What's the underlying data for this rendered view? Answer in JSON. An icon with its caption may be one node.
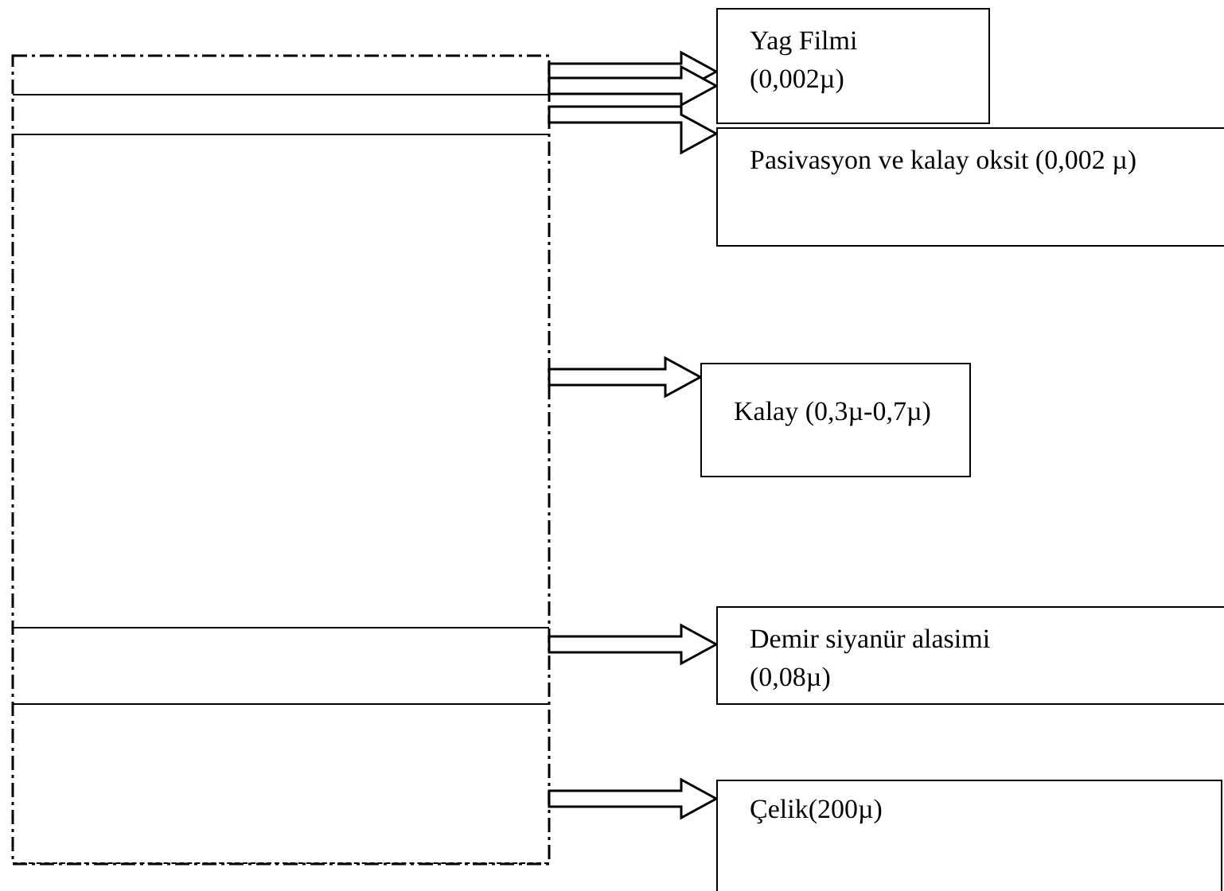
{
  "diagram": {
    "nodes": [
      {
        "text": [],
        "shape": "box"
      },
      {
        "text": [],
        "shape": "box"
      },
      {
        "text": [],
        "shape": "box"
      },
      {
        "text": [],
        "shape": "box"
      },
      {
        "text": [],
        "shape": "box"
      },
      {
        "text": [
          "Yag Filmi (0,002µ)"
        ]
      },
      {
        "text": [
          "Pasivasyon ve kalay oksit (0,002 µ)"
        ]
      },
      {
        "text": [
          "Kalay (0,3µ-0,7µ)"
        ]
      },
      {
        "text": [
          "Demir siyanür alasimi (0,08µ)"
        ]
      },
      {
        "text": [
          "Çelik(200µ)"
        ]
      }
    ],
    "edges": [
      {
        "from": 0,
        "to": 5,
        "arrow": "to"
      },
      {
        "from": 0,
        "to": 5,
        "arrow": "to"
      },
      {
        "from": 1,
        "to": 6,
        "arrow": "to"
      },
      {
        "from": 2,
        "to": 7,
        "arrow": "to"
      },
      {
        "from": 3,
        "to": 8,
        "arrow": "to"
      },
      {
        "from": 4,
        "to": 9,
        "arrow": "to"
      }
    ]
  }
}
